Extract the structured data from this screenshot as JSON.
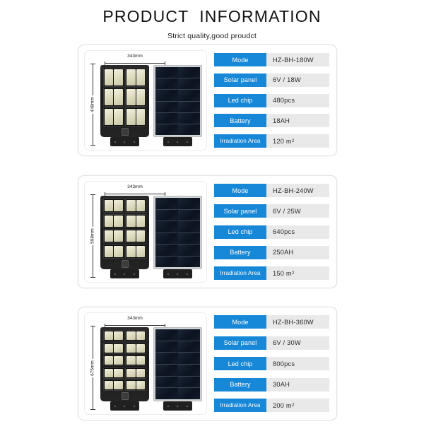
{
  "header": {
    "title": "PRODUCT  INFORMATION",
    "subtitle": "Strict quality,good proudct"
  },
  "colors": {
    "label_blue": "#1787d8",
    "value_gray": "#e9e9e9",
    "card_border": "#e3e3e3",
    "page_background": "#ffffff",
    "text_dark": "#2b2b2b"
  },
  "spec_labels": {
    "mode": "Mode",
    "solar_panel": "Solar panel",
    "led_chip": "Led chip",
    "battery": "Battery",
    "irradiation_area": "Irradiation Area"
  },
  "products": [
    {
      "dimensions": {
        "width": "343mm",
        "height": "448mm"
      },
      "led_rows": 3,
      "led_cols": 2,
      "solar_rows": 6,
      "specs": {
        "mode": "HZ-BH-180W",
        "solar_panel": "6V / 18W",
        "led_chip": "480pcs",
        "battery": "18AH",
        "irradiation_area_value": "120",
        "irradiation_area_unit": "m",
        "irradiation_area_exp": "2"
      }
    },
    {
      "dimensions": {
        "width": "343mm",
        "height": "598mm"
      },
      "led_rows": 4,
      "led_cols": 2,
      "solar_rows": 6,
      "specs": {
        "mode": "HZ-BH-240W",
        "solar_panel": "6V / 25W",
        "led_chip": "640pcs",
        "battery": "250AH",
        "irradiation_area_value": "150",
        "irradiation_area_unit": "m",
        "irradiation_area_exp": "2"
      }
    },
    {
      "dimensions": {
        "width": "343mm",
        "height": "675mm"
      },
      "led_rows": 5,
      "led_cols": 2,
      "solar_rows": 6,
      "specs": {
        "mode": "HZ-BH-360W",
        "solar_panel": "6V / 30W",
        "led_chip": "800pcs",
        "battery": "30AH",
        "irradiation_area_value": "200",
        "irradiation_area_unit": "m",
        "irradiation_area_exp": "2"
      }
    }
  ]
}
